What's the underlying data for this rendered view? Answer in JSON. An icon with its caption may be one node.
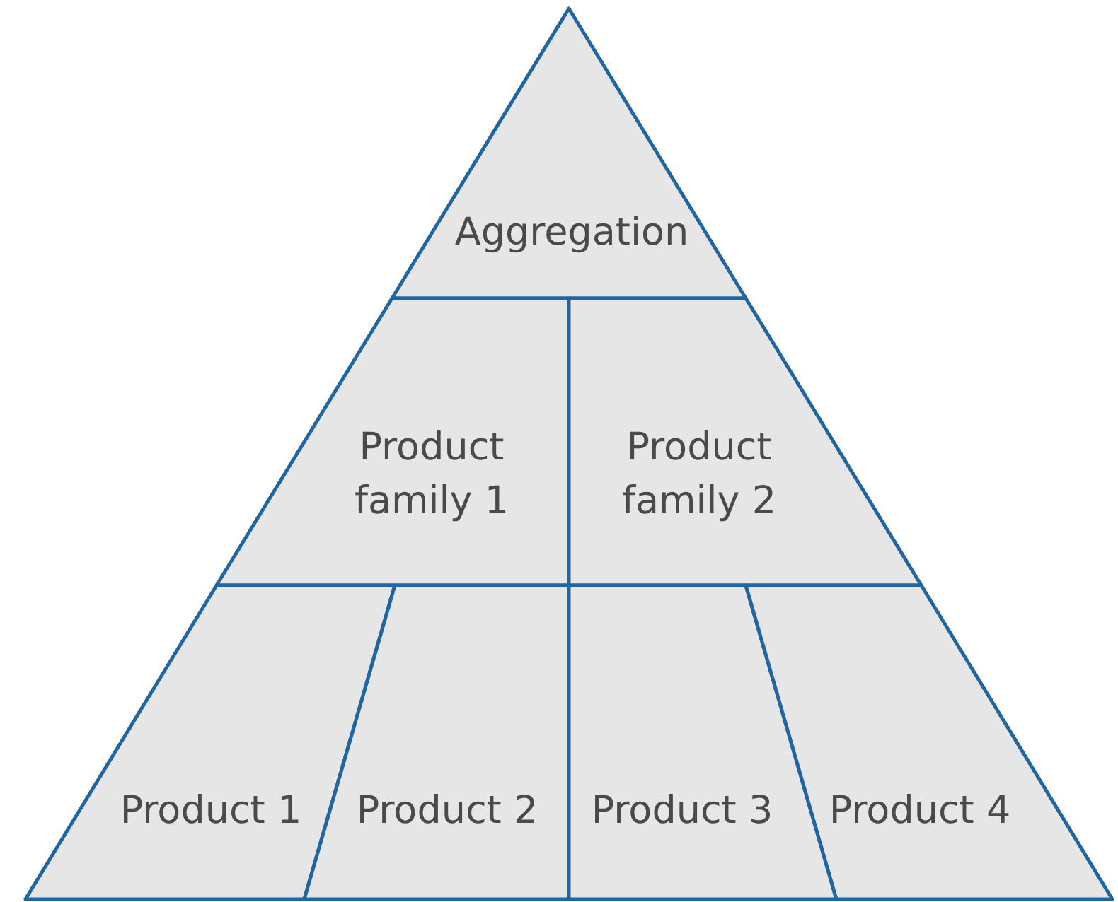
{
  "diagram": {
    "nodes": [
      {
        "text": [
          "Aggregation"
        ]
      },
      {
        "text": [
          "Product family 1"
        ]
      },
      {
        "text": [
          "Product family 2"
        ]
      },
      {
        "text": [
          "Product 1"
        ]
      },
      {
        "text": [
          "Product 2"
        ]
      },
      {
        "text": [
          "Product 3"
        ]
      },
      {
        "text": [
          "Product 4"
        ]
      }
    ]
  }
}
